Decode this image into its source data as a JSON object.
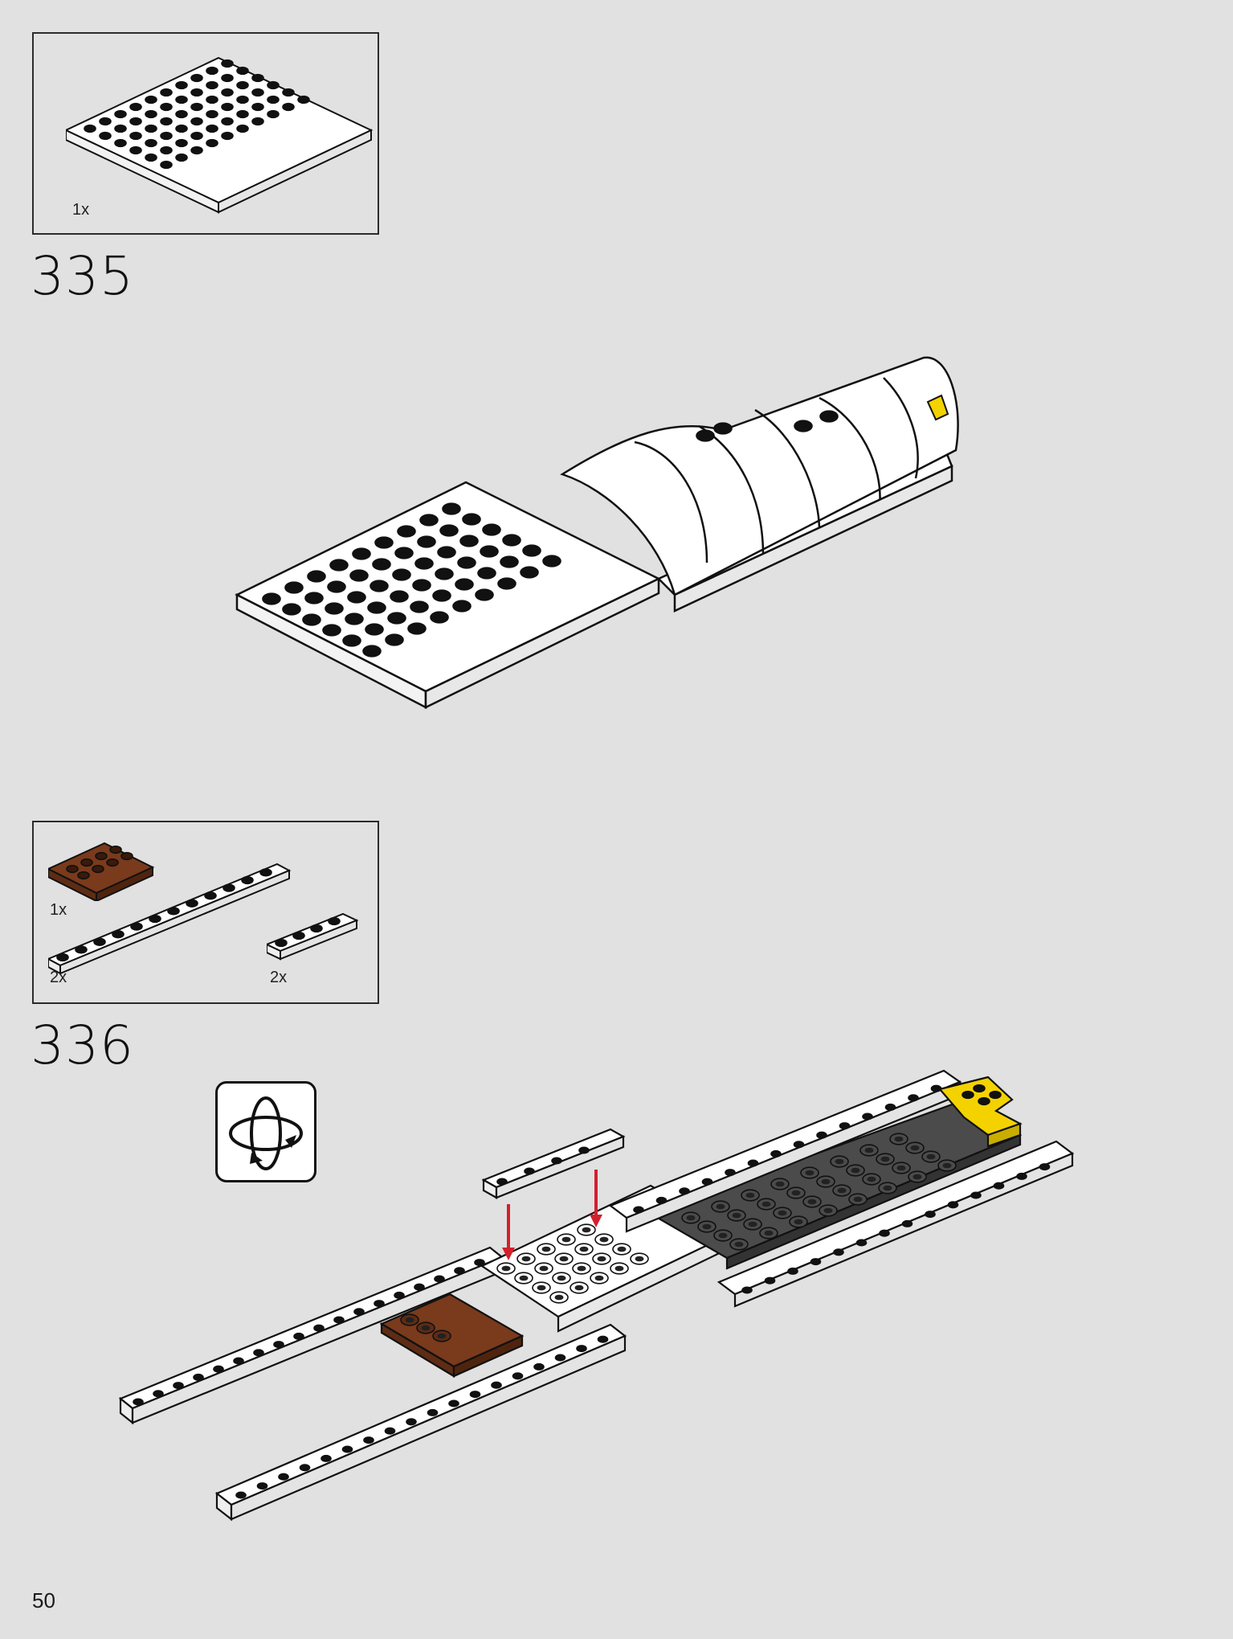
{
  "page": {
    "number": "50"
  },
  "steps": [
    {
      "number": "335",
      "parts": [
        {
          "qty": "1x",
          "part": "white-plate-6x10-icon"
        }
      ]
    },
    {
      "number": "336",
      "parts": [
        {
          "qty": "1x",
          "part": "reddish-brown-plate-2x4-icon"
        },
        {
          "qty": "2x",
          "part": "white-plate-1x12-icon"
        },
        {
          "qty": "2x",
          "part": "white-plate-1x4-icon"
        }
      ],
      "callouts": [
        "rotate-model-icon"
      ]
    }
  ],
  "colors": {
    "background": "#e1e1e1",
    "white_part": "#ffffff",
    "reddish_brown": "#7a3a1c",
    "dark_grey": "#4b4b4b",
    "yellow": "#f4d200",
    "arrow_red": "#d3202d"
  }
}
